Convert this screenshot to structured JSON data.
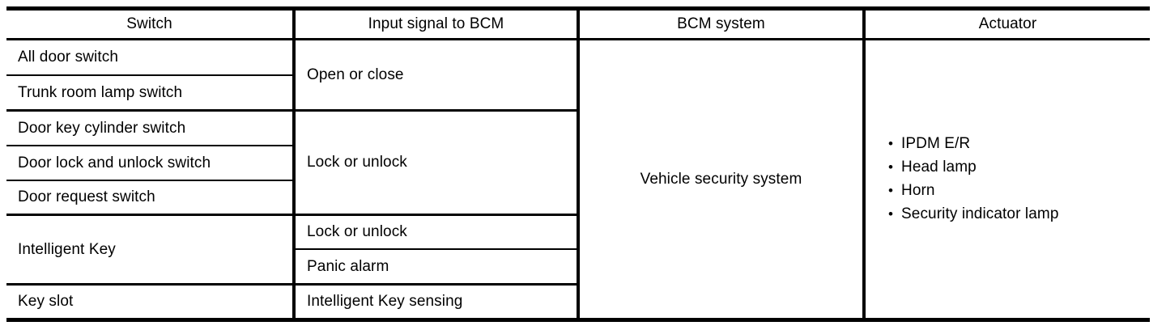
{
  "table": {
    "headers": [
      {
        "label": "Switch"
      },
      {
        "label": "Input signal to BCM"
      },
      {
        "label": "BCM system"
      },
      {
        "label": "Actuator"
      }
    ],
    "switch_rows": [
      {
        "label": "All door switch"
      },
      {
        "label": "Trunk room lamp switch"
      },
      {
        "label": "Door key cylinder switch"
      },
      {
        "label": "Door lock and unlock switch"
      },
      {
        "label": "Door request switch"
      },
      {
        "label": "Intelligent Key"
      },
      {
        "label": "Key slot"
      }
    ],
    "input_signal_rows": [
      {
        "label": "Open or close"
      },
      {
        "label": "Lock or unlock"
      },
      {
        "label": "Lock or unlock"
      },
      {
        "label": "Panic alarm"
      },
      {
        "label": "Intelligent Key sensing"
      }
    ],
    "bcm_system": {
      "label": "Vehicle security system"
    },
    "actuator": {
      "bullet": "•",
      "items": [
        {
          "label": "IPDM E/R"
        },
        {
          "label": "Head lamp"
        },
        {
          "label": "Horn"
        },
        {
          "label": "Security indicator lamp"
        }
      ]
    }
  },
  "colors": {
    "rule": "#000000",
    "text": "#000000",
    "background": "#ffffff"
  }
}
